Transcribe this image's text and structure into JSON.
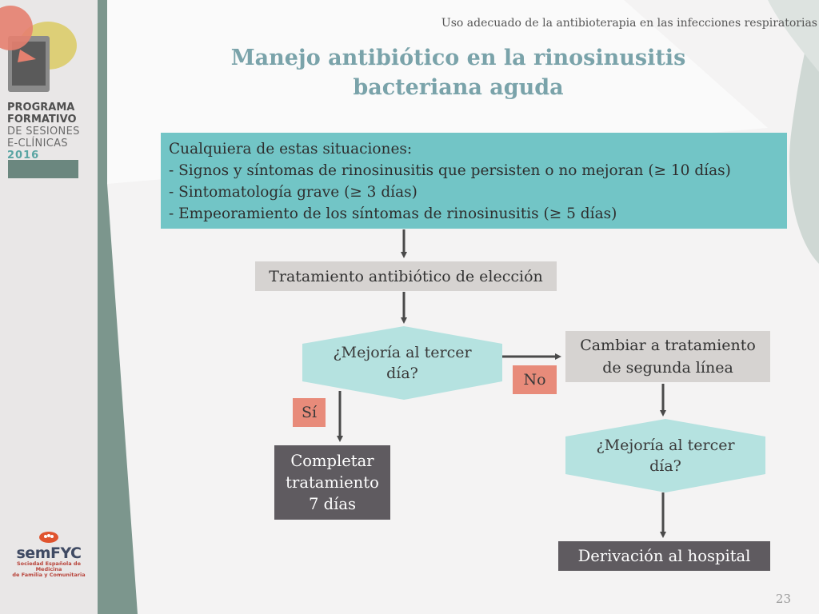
{
  "header": {
    "subtitle": "Uso adecuado de la antibioterapia en las infecciones respiratorias",
    "title_line1": "Manejo antibiótico en la rinosinusitis",
    "title_line2": "bacteriana aguda"
  },
  "sidebar": {
    "program_line1": "PROGRAMA",
    "program_line2": "FORMATIVO",
    "program_line3": "DE SESIONES",
    "program_line4": "E-CLÍNICAS",
    "program_year": "2016",
    "org_name": "semFYC",
    "org_full_line1": "Sociedad Española de Medicina",
    "org_full_line2": "de Familia y Comunitaria"
  },
  "flow": {
    "criteria_intro": "Cualquiera de estas situaciones:",
    "criteria": [
      "- Signos y síntomas de rinosinusitis que persisten o no mejoran (≥ 10 días)",
      "- Sintomatología grave (≥ 3 días)",
      "- Empeoramiento de los síntomas de rinosinusitis (≥ 5 días)"
    ],
    "first_treatment": "Tratamiento antibiótico de elección",
    "decision1_line1": "¿Mejoría al tercer",
    "decision1_line2": "día?",
    "yes_label": "Sí",
    "no_label": "No",
    "complete_line1": "Completar",
    "complete_line2": "tratamiento",
    "complete_line3": "7 días",
    "second_line_line1": "Cambiar a tratamiento",
    "second_line_line2": "de segunda línea",
    "decision2_line1": "¿Mejoría al tercer",
    "decision2_line2": "día?",
    "referral": "Derivación al hospital"
  },
  "footer": {
    "page_number": "23"
  },
  "colors": {
    "title": "#7aa3aa",
    "criteria_box": "#72c5c6",
    "decision": "#b5e2e0",
    "neutral_box": "#d6d3d1",
    "dark_box": "#5f5b60",
    "label": "#e88b7a",
    "arrow": "#4a4a4a"
  }
}
